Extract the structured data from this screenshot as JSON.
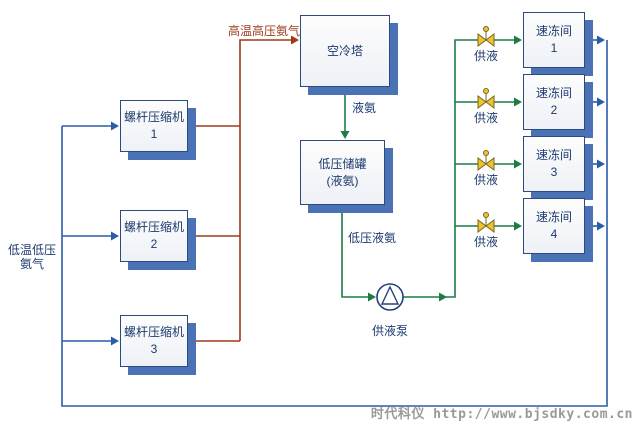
{
  "diagram": {
    "compressors": [
      {
        "name": "螺杆压缩机",
        "number": "1"
      },
      {
        "name": "螺杆压缩机",
        "number": "2"
      },
      {
        "name": "螺杆压缩机",
        "number": "3"
      }
    ],
    "air_cooler_label": "空冷塔",
    "tank": {
      "line1": "低压储罐",
      "line2": "(液氨)"
    },
    "freezers": [
      {
        "name": "速冻间",
        "number": "1"
      },
      {
        "name": "速冻间",
        "number": "2"
      },
      {
        "name": "速冻间",
        "number": "3"
      },
      {
        "name": "速冻间",
        "number": "4"
      }
    ],
    "pump_label": "供液泵",
    "valves": [
      {
        "label": "供液"
      },
      {
        "label": "供液"
      },
      {
        "label": "供液"
      },
      {
        "label": "供液"
      }
    ],
    "flow_labels": {
      "hot_gas": "高温高压氨气",
      "liquid": "液氨",
      "low_pressure_liquid": "低压液氨",
      "suction_line1": "低温低压",
      "suction_line2": "氨气"
    },
    "watermark": "时代科仪 http://www.bjsdky.com.cn",
    "colors": {
      "gas_return_line": "#2b5ca8",
      "hot_gas_line": "#9e3a18",
      "liquid_line": "#1e7b44",
      "box_border": "#2a4a80",
      "box_shadow": "#4a72b4",
      "valve_fill": "#f0c232",
      "label_text": "#1d3a6e",
      "watermark_text": "#9a9a9a"
    }
  }
}
